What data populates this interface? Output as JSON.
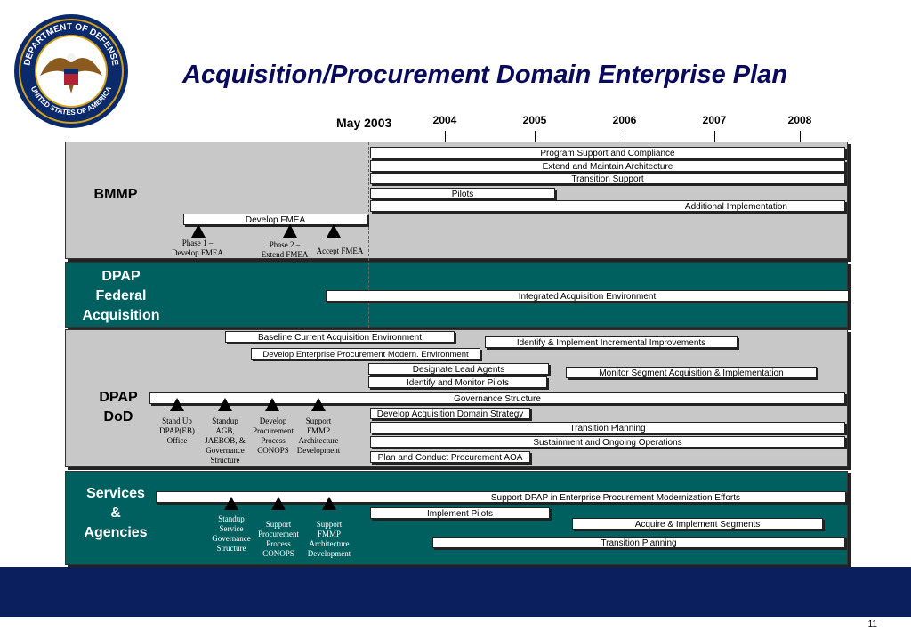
{
  "title": "Acquisition/Procurement Domain Enterprise Plan",
  "as_of": "May 2003",
  "years": [
    "2004",
    "2005",
    "2006",
    "2007",
    "2008"
  ],
  "seal": {
    "icon": "department-of-defense-seal-icon",
    "top_text": "DEPARTMENT OF DEFENSE",
    "bottom_text": "UNITED STATES OF AMERICA"
  },
  "sections": {
    "bmmp": {
      "label": "BMMP",
      "bars": {
        "program_support": "Program Support and Compliance",
        "extend_maintain": "Extend and Maintain Architecture",
        "transition_support": "Transition Support",
        "pilots": "Pilots",
        "additional_impl": "Additional Implementation",
        "develop_fmea": "Develop FMEA"
      },
      "milestones": [
        "Phase 1 –\nDevelop FMEA",
        "Phase 2 –\nExtend FMEA",
        "Accept FMEA"
      ]
    },
    "dpap_federal": {
      "label": "DPAP\nFederal\nAcquisition",
      "bars": {
        "iae": "Integrated Acquisition Environment"
      }
    },
    "dpap_dod": {
      "label": "DPAP\nDoD",
      "bars": {
        "baseline": "Baseline Current Acquisition Environment",
        "identify_impl": "Identify & Implement Incremental Improvements",
        "develop_epme": "Develop Enterprise Procurement Modern. Environment",
        "designate": "Designate Lead Agents",
        "monitor_segment": "Monitor Segment Acquisition & Implementation",
        "identify_monitor": "Identify and Monitor Pilots",
        "governance": "Governance Structure",
        "develop_strategy": "Develop Acquisition Domain Strategy",
        "transition_planning": "Transition Planning",
        "sustainment": "Sustainment and Ongoing Operations",
        "plan_aoa": "Plan and Conduct Procurement AOA"
      },
      "milestones": [
        "Stand Up\nDPAP(EB)\nOffice",
        "Standup\nAGB,\nJAEBOB, &\nGovernance\nStructure",
        "Develop\nProcurement\nProcess\nCONOPS",
        "Support\nFMMP\nArchitecture\nDevelopment"
      ]
    },
    "services": {
      "label": "Services\n&\nAgencies",
      "bars": {
        "support_dpap": "Support DPAP in Enterprise Procurement Modernization Efforts",
        "implement_pilots": "Implement Pilots",
        "acquire_impl": "Acquire & Implement Segments",
        "transition_planning": "Transition Planning"
      },
      "milestones": [
        "Standup\nService\nGovernance\nStructure",
        "Support\nProcurement\nProcess\nCONOPS",
        "Support\nFMMP\nArchitecture\nDevelopment"
      ]
    }
  },
  "page_number": "11"
}
